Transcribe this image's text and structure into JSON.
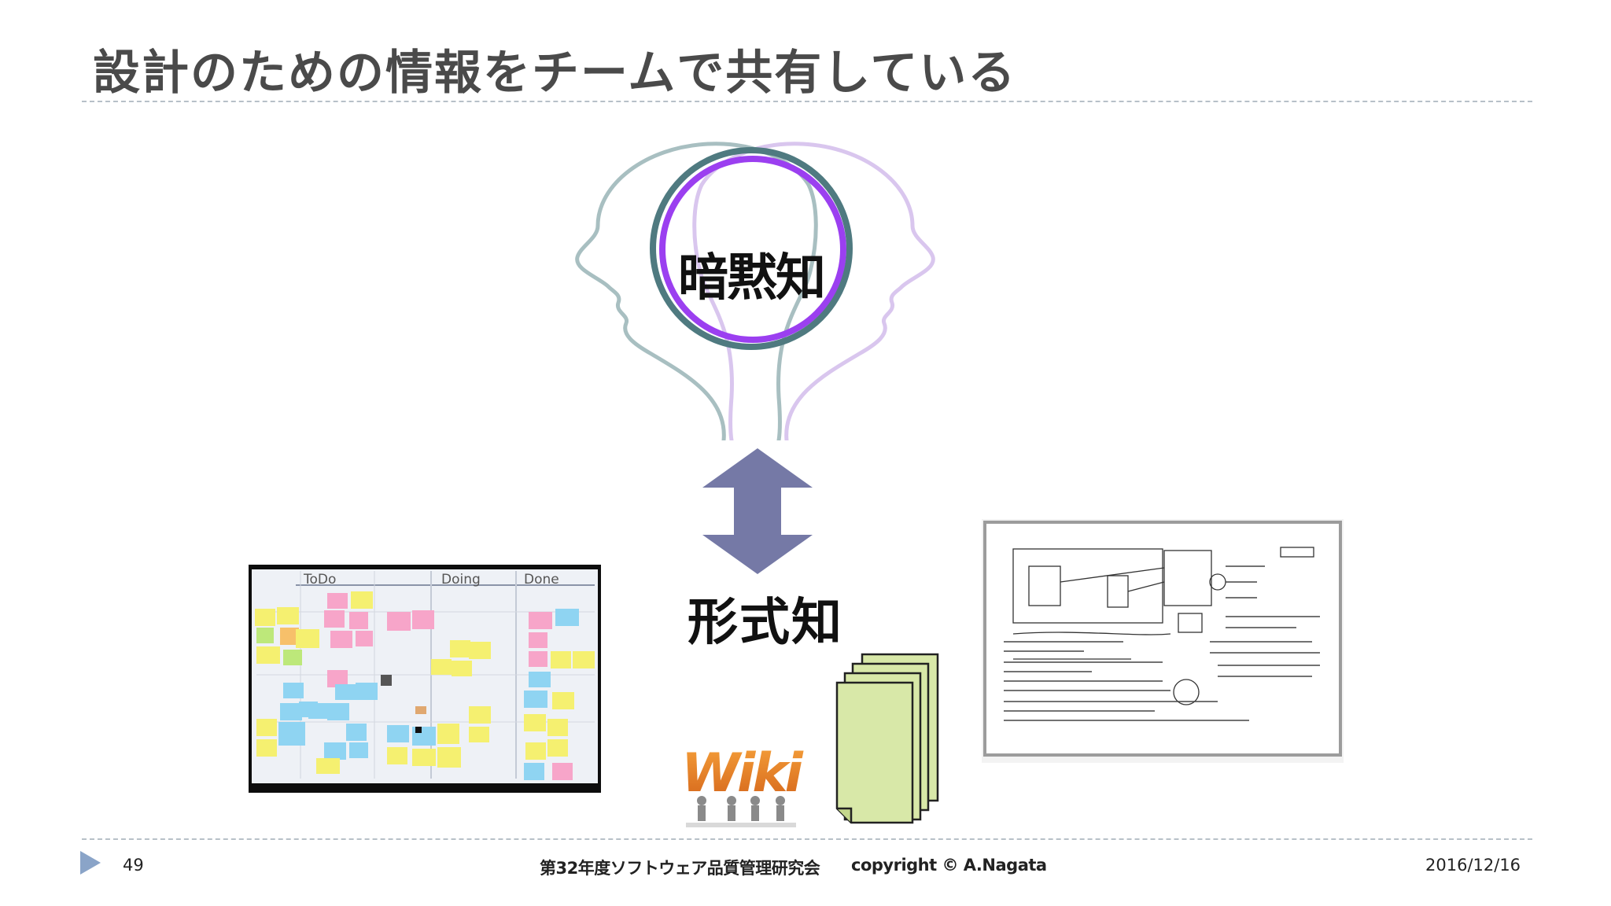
{
  "slide": {
    "title": "設計のための情報をチームで共有している",
    "tacit_label": "暗黙知",
    "explicit_label": "形式知",
    "wiki_label": "Wiki"
  },
  "footer": {
    "page_number": "49",
    "conference": "第32年度ソフトウェア品質管理研究会",
    "copyright": "copyright © A.Nagata",
    "date": "2016/12/16"
  },
  "kanban": {
    "columns": [
      "ToDo",
      "Doing",
      "Done"
    ]
  },
  "colors": {
    "title": "#4a4a4a",
    "rule": "#b7c0c8",
    "head_left": "#a8bfc1",
    "head_right": "#d9c6ee",
    "circle_teal": "#4f7a80",
    "circle_purple": "#9b3ff0",
    "arrow": "#7579a6",
    "docs_fill": "#d8e8a8",
    "footer_marker": "#8aa4c8"
  }
}
